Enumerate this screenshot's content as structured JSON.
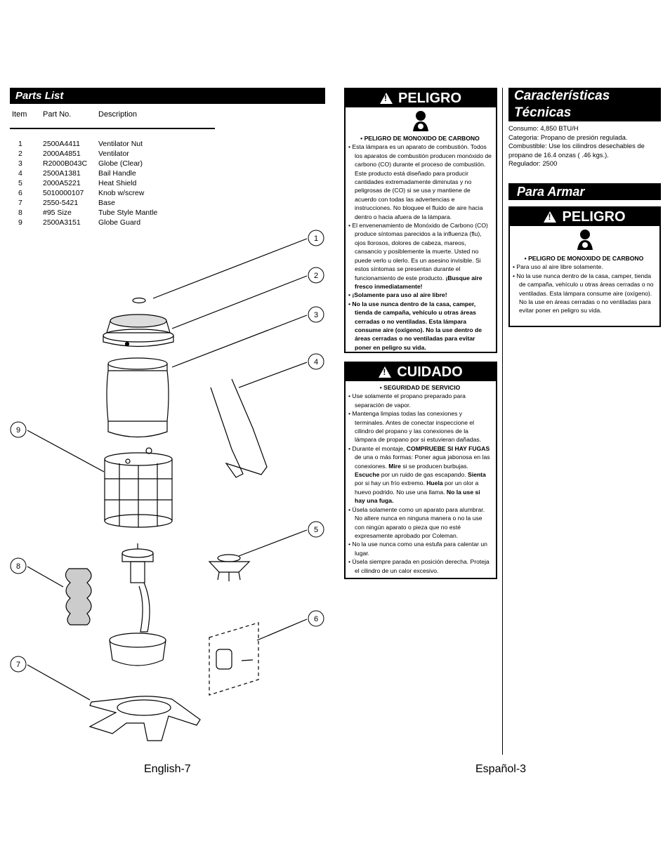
{
  "parts_list": {
    "title": "Parts List",
    "columns": [
      "Item",
      "Part No.",
      "Description"
    ],
    "rows": [
      [
        "1",
        "2500A4411",
        "Ventilator Nut"
      ],
      [
        "2",
        "2000A4851",
        "Ventilator"
      ],
      [
        "3",
        "R2000B043C",
        "Globe (Clear)"
      ],
      [
        "4",
        "2500A1381",
        "Bail Handle"
      ],
      [
        "5",
        "2000A5221",
        "Heat Shield"
      ],
      [
        "6",
        "5010000107",
        "Knob w/screw"
      ],
      [
        "7",
        "2550-5421",
        "Base"
      ],
      [
        "8",
        "#95 Size",
        "Tube Style Mantle"
      ],
      [
        "9",
        "2500A3151",
        "Globe Guard"
      ]
    ]
  },
  "diagram": {
    "callouts": [
      "1",
      "2",
      "3",
      "4",
      "5",
      "6",
      "7",
      "8",
      "9"
    ]
  },
  "peligro1": {
    "heading": "PELIGRO",
    "subheading": "• PELIGRO DE MONOXIDO DE CARBONO",
    "p1": "• Esta lámpara es un aparato de combustión. Todos los aparatos de combustión producen monóxido de carbono (CO) durante el proceso de combustión. Este producto está diseñado para producir cantidades extremadamente diminutas y no peligrosas de (CO) si se usa y mantiene de acuerdo con todas las advertencias e instrucciones. No bloquee el fluido de aire hacia dentro o hacia afuera de la lámpara.",
    "p2a": "• El envenenamiento de Monóxido de Carbono (CO) produce síntomas parecidos a la influenza (flu), ojos llorosos, dolores de cabeza, mareos, cansancio y posiblemente la muerte. Usted no puede verlo u olerlo. Es un asesino invisible. Si estos síntomas se presentan durante el funcionamiento de este producto. ",
    "p2b": "¡Busque aire fresco inmediatamente!",
    "p3": "• ¡Solamente para uso al aire libre!",
    "p4": "• No la use nunca dentro de la casa, camper, tienda de campaña, vehículo u otras áreas cerradas o no ventiladas. Esta lámpara consume aire (oxígeno). No la use dentro de áreas cerradas o no ventiladas para evitar poner en peligro su vida."
  },
  "cuidado": {
    "heading": "CUIDADO",
    "subheading": "• SEGURIDAD DE SERVICIO",
    "p1": "• Use solamente el propano preparado para separación de vapor.",
    "p2": "• Mantenga limpias todas las conexiones y terminales. Antes de conectar inspeccione el cilindro del propano y las conexiones de la lámpara de propano por si estuvieran dañadas.",
    "p3a": "• Durante el montaje, ",
    "p3b": "COMPRUEBE SI HAY FUGAS",
    "p3c": " de una o más formas: Poner agua jabonosa en las conexiones. ",
    "p3d": "Mire",
    "p3e": " si se producen burbujas. ",
    "p3f": "Escuche",
    "p3g": " por un ruido de gas escapando. ",
    "p3h": "Sienta",
    "p3i": " por si hay un frío extremo. ",
    "p3j": "Huela",
    "p3k": " por un olor a huevo podrido. No use una llama. ",
    "p3l": "No la use si hay una fuga.",
    "p4": "• Úsela solamente como un aparato para alumbrar. No altere nunca en ninguna manera o no la use con ningún aparato o pieza que no esté expresamente aprobado por Coleman.",
    "p5": "• No la use nunca como una estufa para calentar un lugar.",
    "p6": "• Úsela siempre parada en posición derecha. Proteja el cilindro de un calor excesivo."
  },
  "caracteristicas": {
    "heading_line1": "Características",
    "heading_line2": "Técnicas",
    "l1": "Consumo: 4,850 BTU/H",
    "l2": "Categoria: Propano de presión regulada.",
    "l3": "Combustible: Use los cilindros desechables de propano de 16.4 onzas ( .46 kgs.).",
    "l4": "Regulador: 2500"
  },
  "para_armar": {
    "heading": "Para Armar"
  },
  "peligro2": {
    "heading": "PELIGRO",
    "subheading": "• PELIGRO DE MONOXIDO DE CARBONO",
    "p1": "• Para uso al aire libre solamente.",
    "p2": "• No la use nunca dentro de la casa, camper, tienda de campaña, vehículo u otras áreas cerradas o no ventiladas. Esta lámpara consume aire (oxígeno). No la use en áreas cerradas o no ventiladas para evitar poner en peligro su vida."
  },
  "footer": {
    "left": "English-7",
    "right": "Español-3"
  }
}
